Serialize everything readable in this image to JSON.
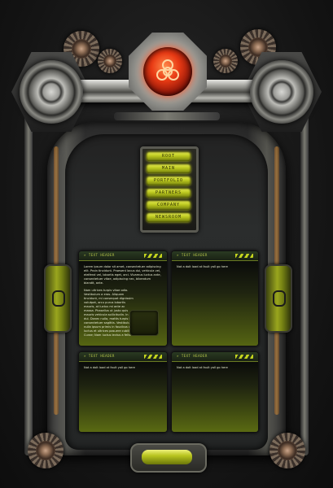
{
  "emblem": {
    "icon": "biohazard-icon",
    "accent": "#e83a14"
  },
  "nav": {
    "items": [
      {
        "label": "Root"
      },
      {
        "label": "Main"
      },
      {
        "label": "Portfolio"
      },
      {
        "label": "Partners"
      },
      {
        "label": "Company"
      },
      {
        "label": "Newsroom"
      }
    ],
    "accent": "#c8d41c"
  },
  "panels": [
    {
      "header": "» Text Header",
      "paragraphs": [
        "Lorem ipsum dolor sit amet, consectetuer adipiscing elit. Proin tincidunt. Praesent lacus dui, vehicula vel, eleifend vel, lobortis eget, orci. Vivamus luctus ante, consectetuer vitae, adipiscing nec, bibendum blandit, ante.",
        "Nam ultrices turpis vitae odio. Vestibulum a eros. Aliquam tincidunt, mi consequat dignissim volutpat, arcu purus lobortis mauris, at luctus mi ante ac massa. Phasellus ut justo quis mauris vehicula sollicitudin. In dui. Donec nulla, mattis turpis in, consectetuer sagittis. Vestibulum nulla ipsum primis in faucibus orci luctus et ultrices posuere cubilia Curae; Nam luctus lectus a felis."
      ]
    },
    {
      "header": "» Text Header",
      "paragraphs": [
        "Not a dolt load at fault yall go here"
      ]
    },
    {
      "header": "» Text Header",
      "paragraphs": [
        "Not a dolt load at fault yall go here"
      ]
    },
    {
      "header": "» Text Header",
      "paragraphs": [
        "Not a dolt load at fault yall go here"
      ]
    }
  ]
}
